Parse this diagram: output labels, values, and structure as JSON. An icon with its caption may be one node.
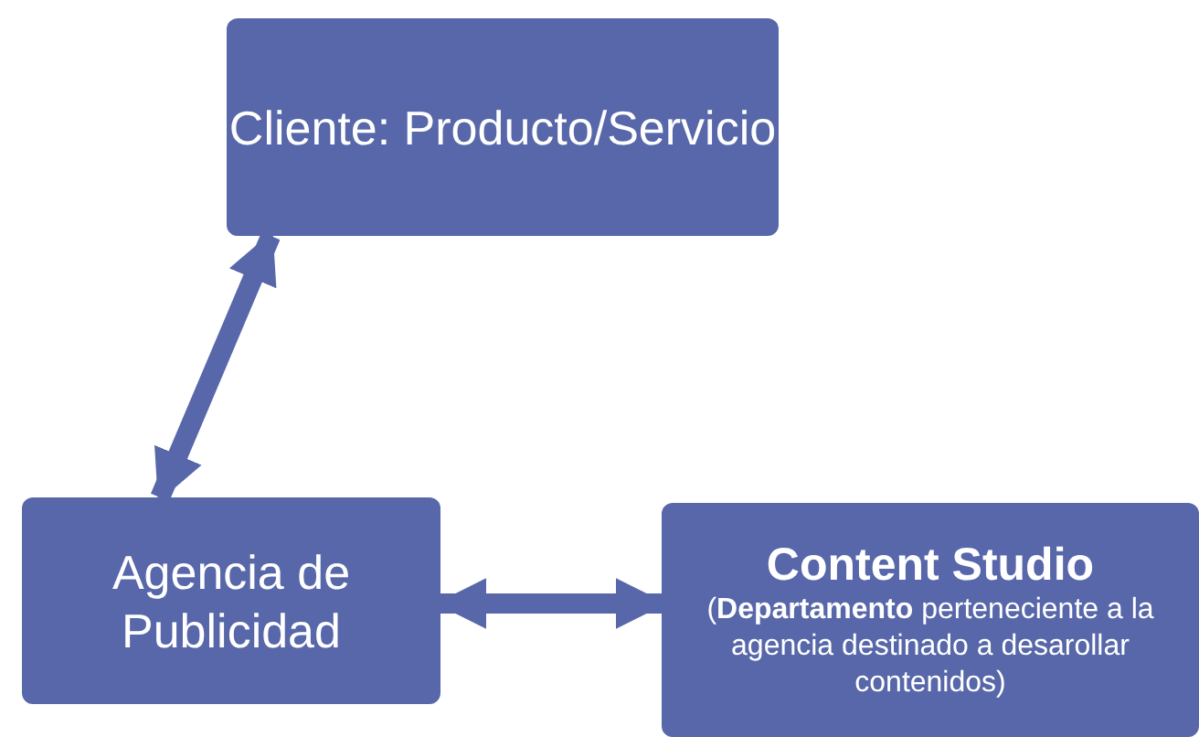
{
  "diagram": {
    "nodes": [
      {
        "text": [
          "Cliente: Producto/Servicio"
        ]
      },
      {
        "text": [
          "Agencia de Publicidad"
        ]
      },
      {
        "text": [
          "Content Studio",
          "(**Departamento** perteneciente a la agencia destinado a desarollar contenidos)"
        ]
      }
    ],
    "edges": [
      {
        "from": 0,
        "to": 1,
        "arrow": "both"
      },
      {
        "from": 1,
        "to": 2,
        "arrow": "both"
      }
    ]
  }
}
